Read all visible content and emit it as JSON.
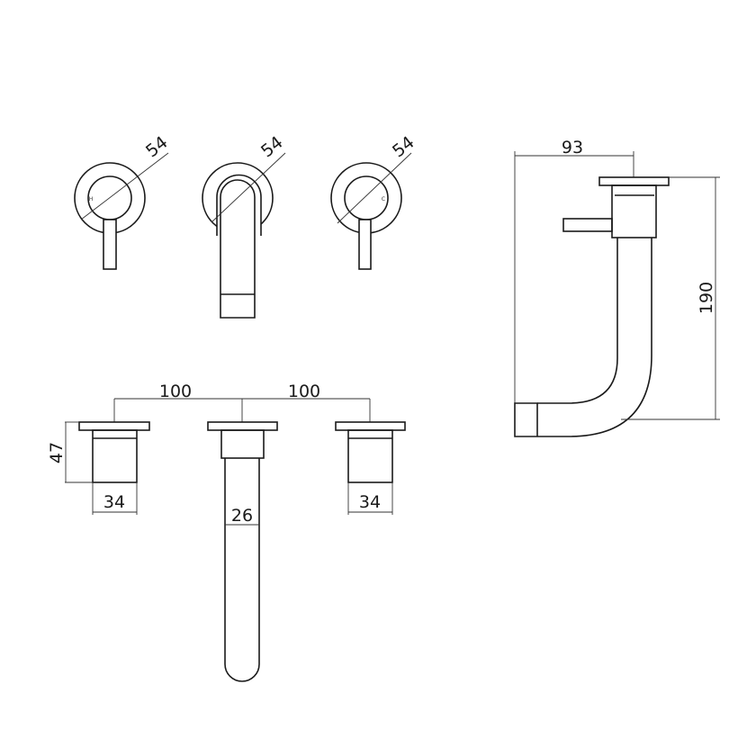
{
  "dimensions": {
    "front_left_diameter": "54",
    "front_spout_diameter": "54",
    "front_right_diameter": "54",
    "spacing_left": "100",
    "spacing_right": "100",
    "body_height": "47",
    "left_body_width": "34",
    "spout_width": "26",
    "right_body_width": "34",
    "side_projection": "93",
    "side_height": "190"
  },
  "markings": {
    "hot": "H",
    "cold": "C"
  },
  "colors": {
    "line": "#1a1a1a",
    "background": "#ffffff"
  }
}
